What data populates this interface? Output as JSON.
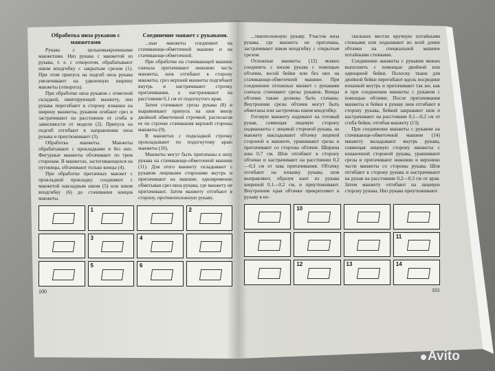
{
  "left_page": {
    "page_number": "100",
    "col1": {
      "heading": "Обработка низа рукавов с манжетами",
      "paragraphs": [
        "Рукава с цельновыкроенными манжетами. Низ рукава с манжетой из рукава, т. е. с отворотом, обрабатывают швом вподгибку с закрытым срезом (1). При этом припуск на подгиб низа рукава увеличивают на удвоенную ширину манжеты (отворота).",
        "При обработке низа рукавов с отметной складкой, имитирующей манжету, низ рукава перегибают в сторону изнанки на ширину манжеты, рукавом огибают срез и застрачивают на расстоянии от сгиба в зависимости от модели (2). Припуск на подгиб отгибают в направлении низа рукава и приутюживают (3).",
        "Обработка манжеты. Манжеты обрабатывают с прокладками и без них. Фигурные манжеты обтачивают по трем сторонам. В манжетах, застегивающихся на пуговицы, обтачивают только концы (4).",
        "При обработке притачных манжет с прокладкой прокладку соединяют с манжетой накладным швом (5) или швом вподгибку (6) до стачивания концов манжеты."
      ]
    },
    "col2": {
      "heading": "Соединение манжет с рукавами.",
      "paragraphs": [
        "...ные манжеты соединяют на стачивающе-обметочной машине и на стачивающе-обметочной.",
        "При обработке на стачивающей машине сначала притачивают нижнюю часть манжеты, шов отгибают в сторону манжеты, срез верхней манжеты подгибают внутрь и настрачивают строчку притачивания, а настрачивают на расстоянии 0,1 см от подогнутого края.",
        "Затем стачивают срезы рукава (8) и выравнивают припуск на шов внизу двойной обметочной строчкой, располагая ее по строчке стачивания верхней стороны манжеты (9).",
        "В манжетах с подкладкой строчку прокладывают по подогнутому краю манжеты (10).",
        "Манжеты могут быть притачаны к низу рукава на стачивающе-обметочной машине (11). Для этого манжету складывают с рукавом лицевыми сторонами внутрь и притачивают на машине, одновременно обметывая срез низа рукава, где манжету не притачивают. Затем манжету отгибают в сторону, противоположную рукаву."
      ]
    },
    "figure_labels": [
      "",
      "1",
      "",
      "2",
      "",
      "3",
      "4",
      "",
      "",
      "5",
      "6",
      ""
    ]
  },
  "right_page": {
    "page_number": "101",
    "col1": {
      "paragraphs": [
        "...тивоположную рукаву. Участок низа рукава, где манжета не притачана, застрачивают швом вподгибку с открытым срезом.",
        "Отложные манжеты (12) можно соединить с низом рукава с помощью обтачки, косой бейки или без них на стачивающе-обметочной машине. При соединении отложных манжет с рукавами сначала стачивают срезы рукавов. Концы обтачки также должны быть стачаны. Внутренние срезы обтачек могут быть обметаны или застрочены швом вподгибку.",
        "Готовую манжету надевают на готовый рукав, совмещая лицевую сторону подманжеты с лицевой стороной рукава, на манжету накладывают обтачку лицевой стороной к манжете, уравнивают срезы и притачивают со стороны обтачек. Ширина шва 0,7 см. Шов отгибают в сторону обтачки и настрачивают на расстоянии 0,2—0,3 см от шва притачивания. Обтачку отгибают на изнанку рукава, шов выправляют, образуя кант из рукава шириной 0,1—0,2 см, и приутюживают. Внутренние края обтачки прикрепляют к рукаву в не-"
      ]
    },
    "col2": {
      "paragraphs": [
        "скольких местах вручную потайными стежками или подшивают во всей длине обтачки на специальной машине потайными стежками.",
        "Соединение манжеты с рукавом можно выполнить с помощью двойной или одинарной бейки. Полоску ткани для двойной бейки перегибают вдоль посредине изнанкой внутрь и притачивают так же, как и при соединении манжеты с рукавом с помощью обтачки. После притачивания манжеты и бейки к рукаву шов отгибают в сторону рукава, бейкой закрывают шов и настрачивают на расстоянии 0,1—0,2 см от сгиба бейки, отгибая манжету (13).",
        "При соединении манжеты с рукавом на стачивающе-обметочной машине (14) манжету вкладывают внутрь рукава, совмещая лицевую сторону манжеты с изнаночной стороной рукава, уравнивают срезы и притачивают нижнюю и верхнюю части манжеты со стороны рукава. Шов отгибают в сторону рукава и настрачивают на рукав на расстоянии 0,2—0,3 см от края. Затем манжету отгибают на лицевую сторону рукава. Низ рукава приутюживают."
      ]
    },
    "figure_labels": [
      "",
      "10",
      "",
      "",
      "",
      "",
      "",
      "11",
      "",
      "12",
      "13",
      "14"
    ]
  },
  "watermark": "Avito"
}
